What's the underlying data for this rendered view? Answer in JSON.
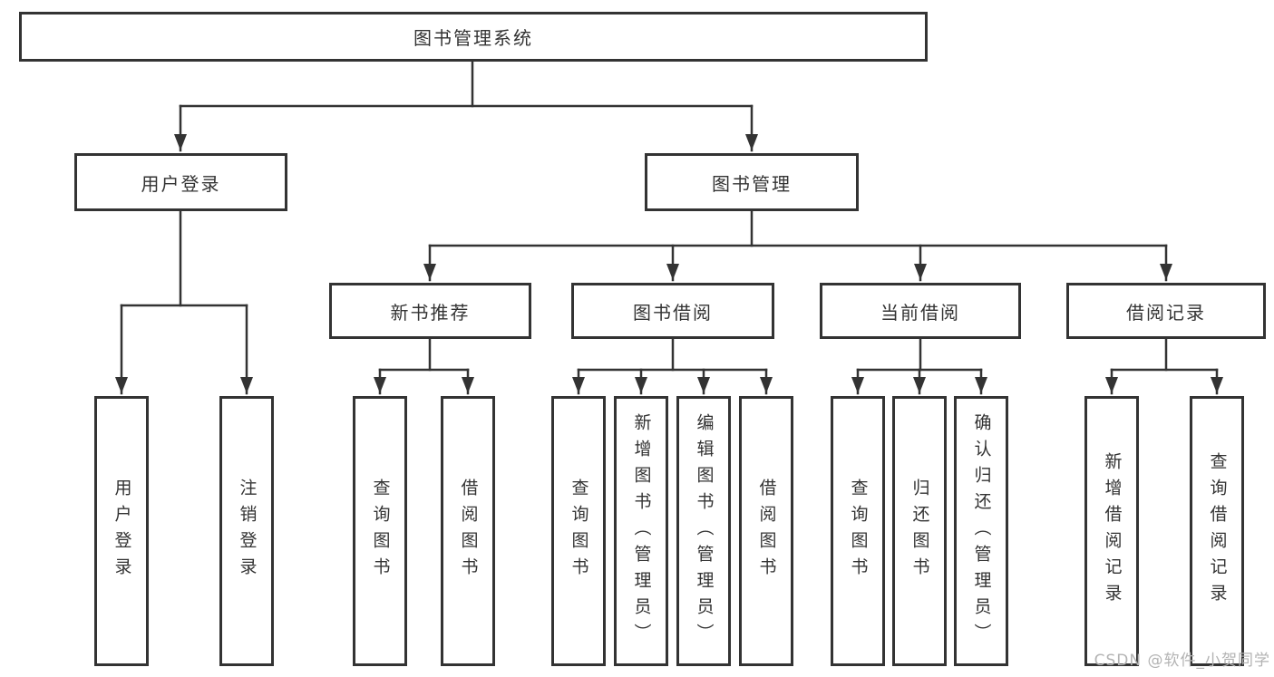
{
  "tree": {
    "root": {
      "label": "图书管理系统"
    },
    "level2": [
      {
        "label": "用户登录"
      },
      {
        "label": "图书管理"
      }
    ],
    "level3": [
      {
        "label": "新书推荐"
      },
      {
        "label": "图书借阅"
      },
      {
        "label": "当前借阅"
      },
      {
        "label": "借阅记录"
      }
    ],
    "leaves": {
      "login": [
        {
          "label": "用户登录"
        },
        {
          "label": "注销登录"
        }
      ],
      "recommend": [
        {
          "label": "查询图书"
        },
        {
          "label": "借阅图书"
        }
      ],
      "borrow": [
        {
          "label": "查询图书"
        },
        {
          "label": "新增图书（管理员）"
        },
        {
          "label": "编辑图书（管理员）"
        },
        {
          "label": "借阅图书"
        }
      ],
      "current": [
        {
          "label": "查询图书"
        },
        {
          "label": "归还图书"
        },
        {
          "label": "确认归还（管理员）"
        }
      ],
      "records": [
        {
          "label": "新增借阅记录"
        },
        {
          "label": "查询借阅记录"
        }
      ]
    },
    "watermark": "CSDN @软件_小贺同学",
    "colors": {
      "line": "#333333",
      "border": "#333333",
      "text": "#333333",
      "watermark": "#b3b3b3",
      "background": "#ffffff"
    }
  }
}
